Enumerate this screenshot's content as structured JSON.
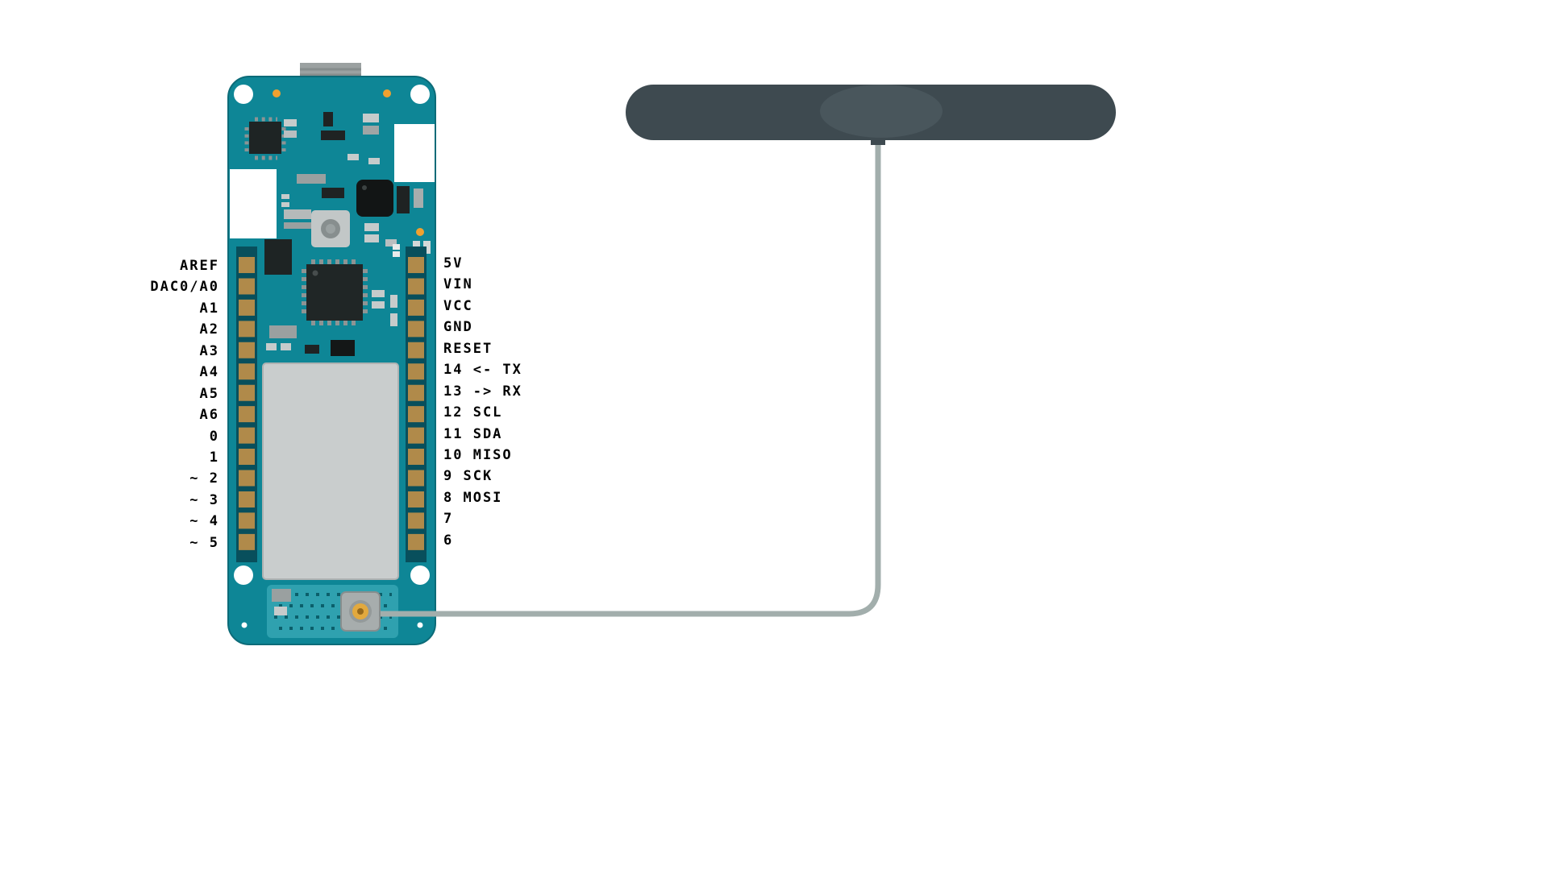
{
  "pins": {
    "left": [
      "AREF",
      "DAC0/A0",
      "A1",
      "A2",
      "A3",
      "A4",
      "A5",
      "A6",
      "0",
      "1",
      "~ 2",
      "~ 3",
      "~ 4",
      "~ 5"
    ],
    "right": [
      "5V",
      "VIN",
      "VCC",
      "GND",
      "RESET",
      "14 <- TX",
      "13 -> RX",
      "12 SCL",
      "11 SDA",
      "10 MISO",
      "9 SCK",
      "8 MOSI",
      "7",
      "6"
    ]
  },
  "colors": {
    "board_teal": "#0e8696",
    "board_teal_light": "#2fa1af",
    "antenna_gray": "#3e4a50",
    "antenna_gray_light": "#49565c",
    "cable_gray": "#a2aeac",
    "pad_bronze": "#b08a4a",
    "pad_orange": "#f0a12f",
    "connector_gold": "#e2a93e",
    "label_black": "#000000"
  }
}
